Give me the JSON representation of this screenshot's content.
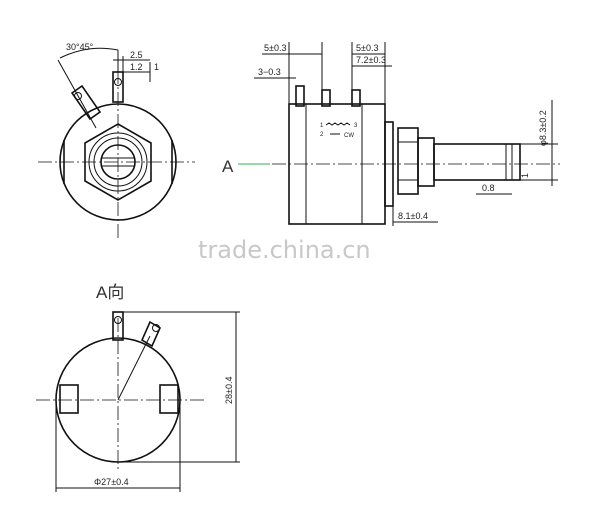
{
  "front_view": {
    "angle": "30°45°",
    "dim_2_5": "2.5",
    "dim_1_2": "1.2",
    "dim_1": "1"
  },
  "side_view": {
    "dim_5_left": "5±0.3",
    "dim_3": "3−0.3",
    "dim_5_right": "5±0.3",
    "dim_7_2": "7.2±0.3",
    "dim_8_3": "φ8.3±0.2",
    "dim_0_8": "0.8",
    "dim_8_1": "8.1±0.4",
    "dim_1": "1",
    "terminal_1": "1",
    "terminal_2": "2",
    "terminal_3": "3",
    "cw_label": "CW"
  },
  "view_a_marker": "A",
  "bottom_view": {
    "title": "A向",
    "dim_28": "28±0.4",
    "dim_27": "Φ27±0.4"
  },
  "watermark": "trade.china.cn"
}
